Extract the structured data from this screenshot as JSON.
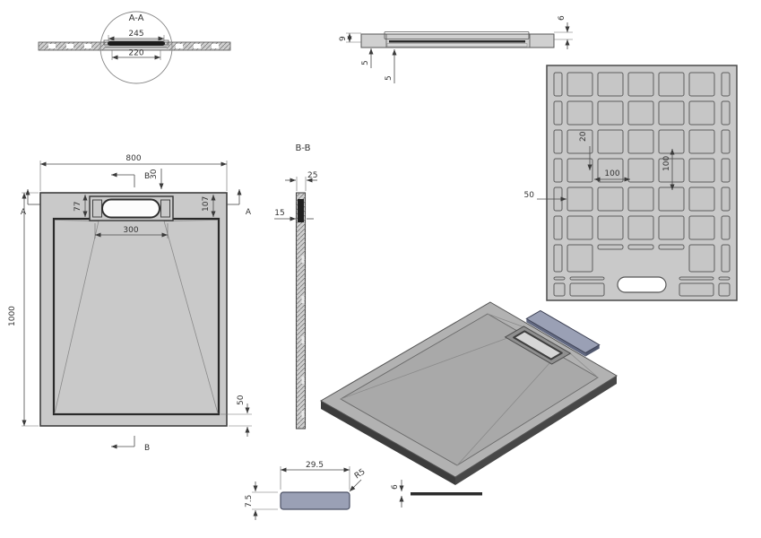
{
  "colors": {
    "background": "#ffffff",
    "tray_fill": "#c9c9c9",
    "cell_fill": "#c6c6c6",
    "cover_fill": "#9aa0b5",
    "line": "#4a4a4a",
    "dim_text": "#333333",
    "drain_dark": "#1f1f1f"
  },
  "views": {
    "detail_aa": {
      "label": "A-A",
      "dim_outer": "245",
      "dim_inner": "220"
    },
    "edge_section": {
      "dim_height": "9",
      "dim_step1": "5",
      "dim_step2": "5",
      "dim_cover_thickness": "6"
    },
    "underside_view": {
      "dim_rib_gap": "20",
      "dim_pitch_h": "100",
      "dim_pitch_v": "100",
      "dim_border": "50"
    },
    "plan_view": {
      "dim_width": "800",
      "dim_length": "1000",
      "dim_drain_width": "300",
      "dim_offset_left": "77",
      "dim_offset_right": "107",
      "dim_offset_top": "30",
      "dim_border_bottom": "50",
      "marker_a": "A",
      "marker_b": "B"
    },
    "section_bb": {
      "label": "B-B",
      "dim_thickness": "25",
      "dim_inner": "15"
    },
    "cover_plan": {
      "dim_width": "29.5",
      "dim_height": "7.5",
      "dim_radius": "R5"
    },
    "cover_edge": {
      "dim_thickness": "6"
    }
  }
}
